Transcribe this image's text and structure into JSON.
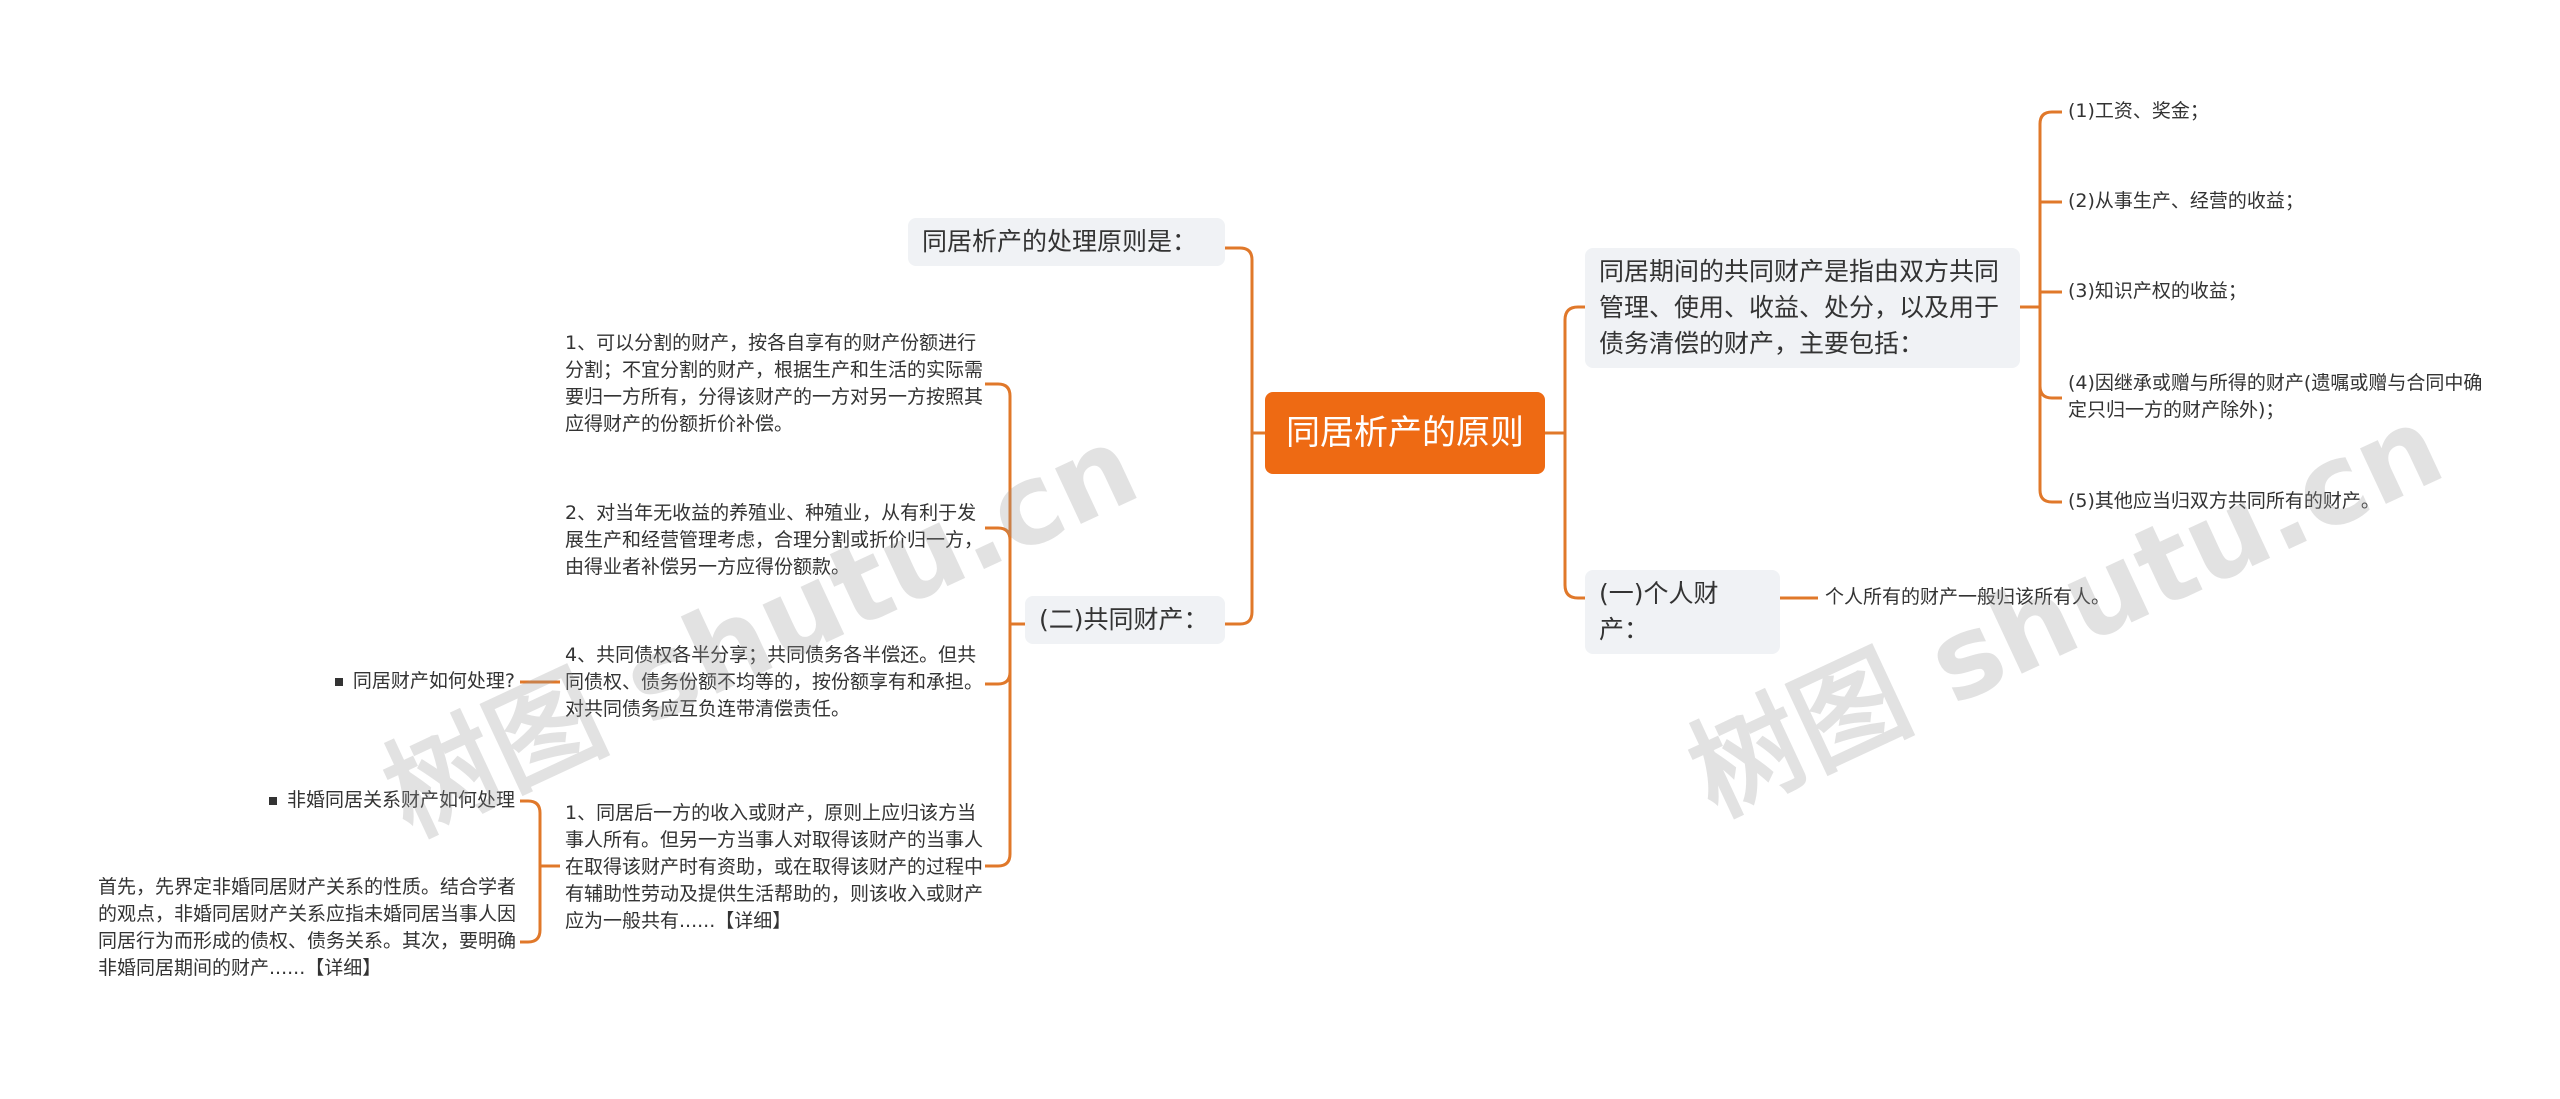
{
  "root": {
    "label": "同居析产的原则"
  },
  "left": {
    "principle": "同居析产的处理原则是：",
    "joint": "(二)共同财产：",
    "items": [
      "1、可以分割的财产，按各自享有的财产份额进行分割；不宜分割的财产，根据生产和生活的实际需要归一方所有，分得该财产的一方对另一方按照其应得财产的份额折价补偿。",
      "2、对当年无收益的养殖业、种殖业，从有利于发展生产和经营管理考虑，合理分割或折价归一方，由得业者补偿另一方应得份额款。",
      "4、共同债权各半分享；共同债务各半偿还。但共同债权、债务份额不均等的，按份额享有和承担。对共同债务应互负连带清偿责任。",
      "1、同居后一方的收入或财产，原则上应归该方当事人所有。但另一方当事人对取得该财产的当事人在取得该财产时有资助，或在取得该财产的过程中有辅助性劳动及提供生活帮助的，则该收入或财产应为一般共有......【详细】"
    ],
    "related": [
      "同居财产如何处理?",
      "非婚同居关系财产如何处理"
    ],
    "related_detail": "首先，先界定非婚同居财产关系的性质。结合学者的观点，非婚同居财产关系应指未婚同居当事人因同居行为而形成的债权、债务关系。其次，要明确非婚同居期间的财产......【详细】"
  },
  "right": {
    "common": "同居期间的共同财产是指由双方共同管理、使用、收益、处分，以及用于债务清偿的财产，主要包括：",
    "items": [
      "(1)工资、奖金；",
      "(2)从事生产、经营的收益；",
      "(3)知识产权的收益；",
      "(4)因继承或赠与所得的财产(遗嘱或赠与合同中确定只归一方的财产除外)；",
      "(5)其他应当归双方共同所有的财产。"
    ],
    "personal": "(一)个人财产：",
    "personal_leaf": "个人所有的财产一般归该所有人。"
  },
  "watermarks": [
    "树图 shutu.cn",
    "树图 shutu.cn"
  ],
  "colors": {
    "accent": "#ee6a13",
    "box": "#f0f2f5",
    "line": "#e0782a"
  }
}
